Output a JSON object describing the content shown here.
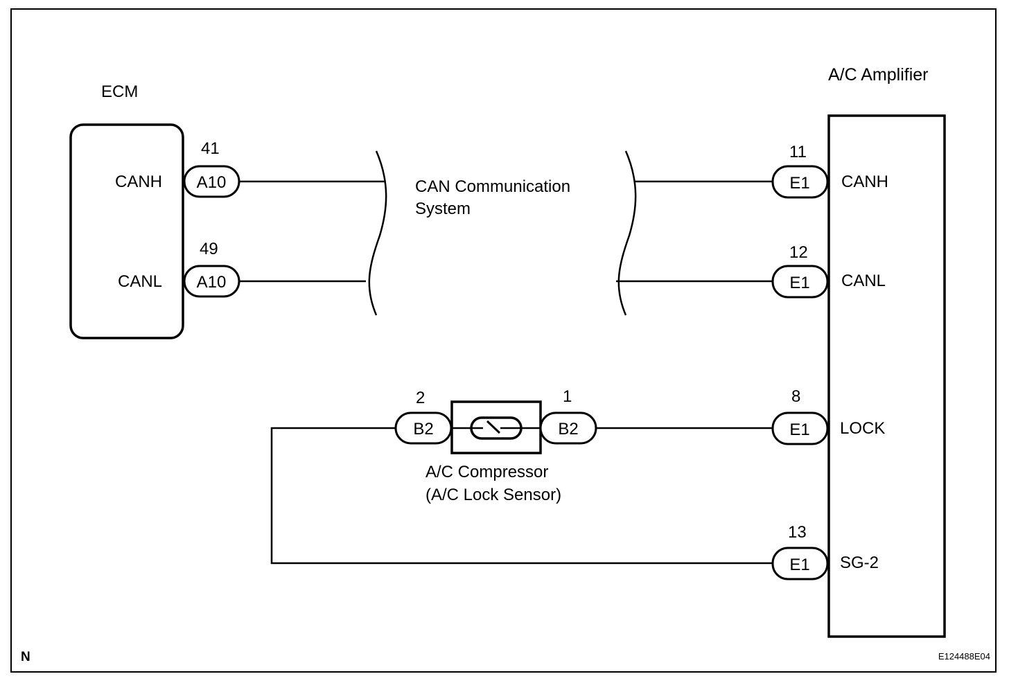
{
  "ecm": {
    "title": "ECM",
    "canh_label": "CANH",
    "canl_label": "CANL",
    "canh_pin": "41",
    "canl_pin": "49",
    "connector": "A10"
  },
  "can_system": {
    "line1": "CAN Communication",
    "line2": "System"
  },
  "amplifier": {
    "title": "A/C Amplifier",
    "canh_label": "CANH",
    "canl_label": "CANL",
    "lock_label": "LOCK",
    "sg2_label": "SG-2",
    "canh_pin": "11",
    "canl_pin": "12",
    "lock_pin": "8",
    "sg2_pin": "13",
    "connector": "E1"
  },
  "compressor": {
    "line1": "A/C Compressor",
    "line2": "(A/C Lock Sensor)",
    "connector": "B2",
    "left_pin": "2",
    "right_pin": "1"
  },
  "footer": {
    "corner_mark": "N",
    "figure_code": "E124488E04"
  }
}
